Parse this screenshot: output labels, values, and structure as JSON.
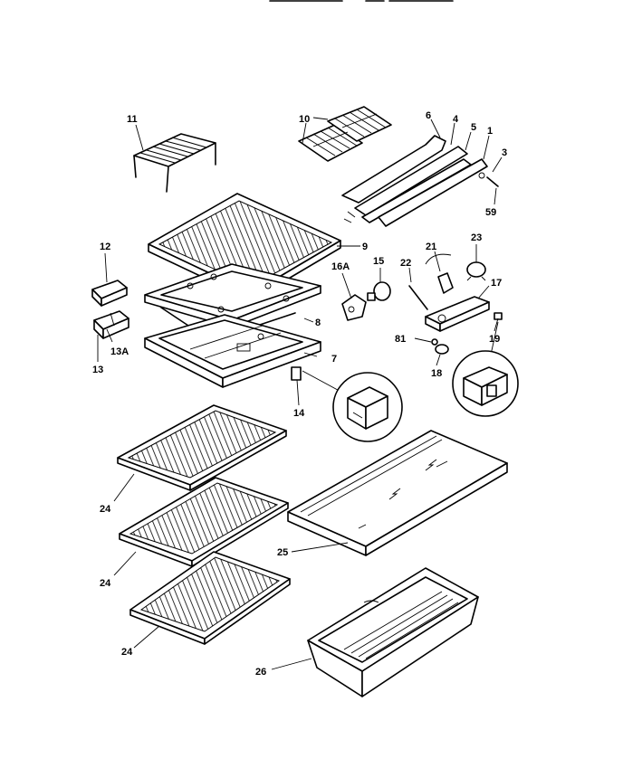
{
  "diagram": {
    "callouts": [
      "11",
      "10",
      "6",
      "4",
      "5",
      "1",
      "3",
      "59",
      "12",
      "13A",
      "13",
      "9",
      "16A",
      "15",
      "22",
      "21",
      "23",
      "17",
      "8",
      "81",
      "19",
      "18",
      "7",
      "14",
      "24",
      "24",
      "24",
      "25",
      "26"
    ]
  }
}
